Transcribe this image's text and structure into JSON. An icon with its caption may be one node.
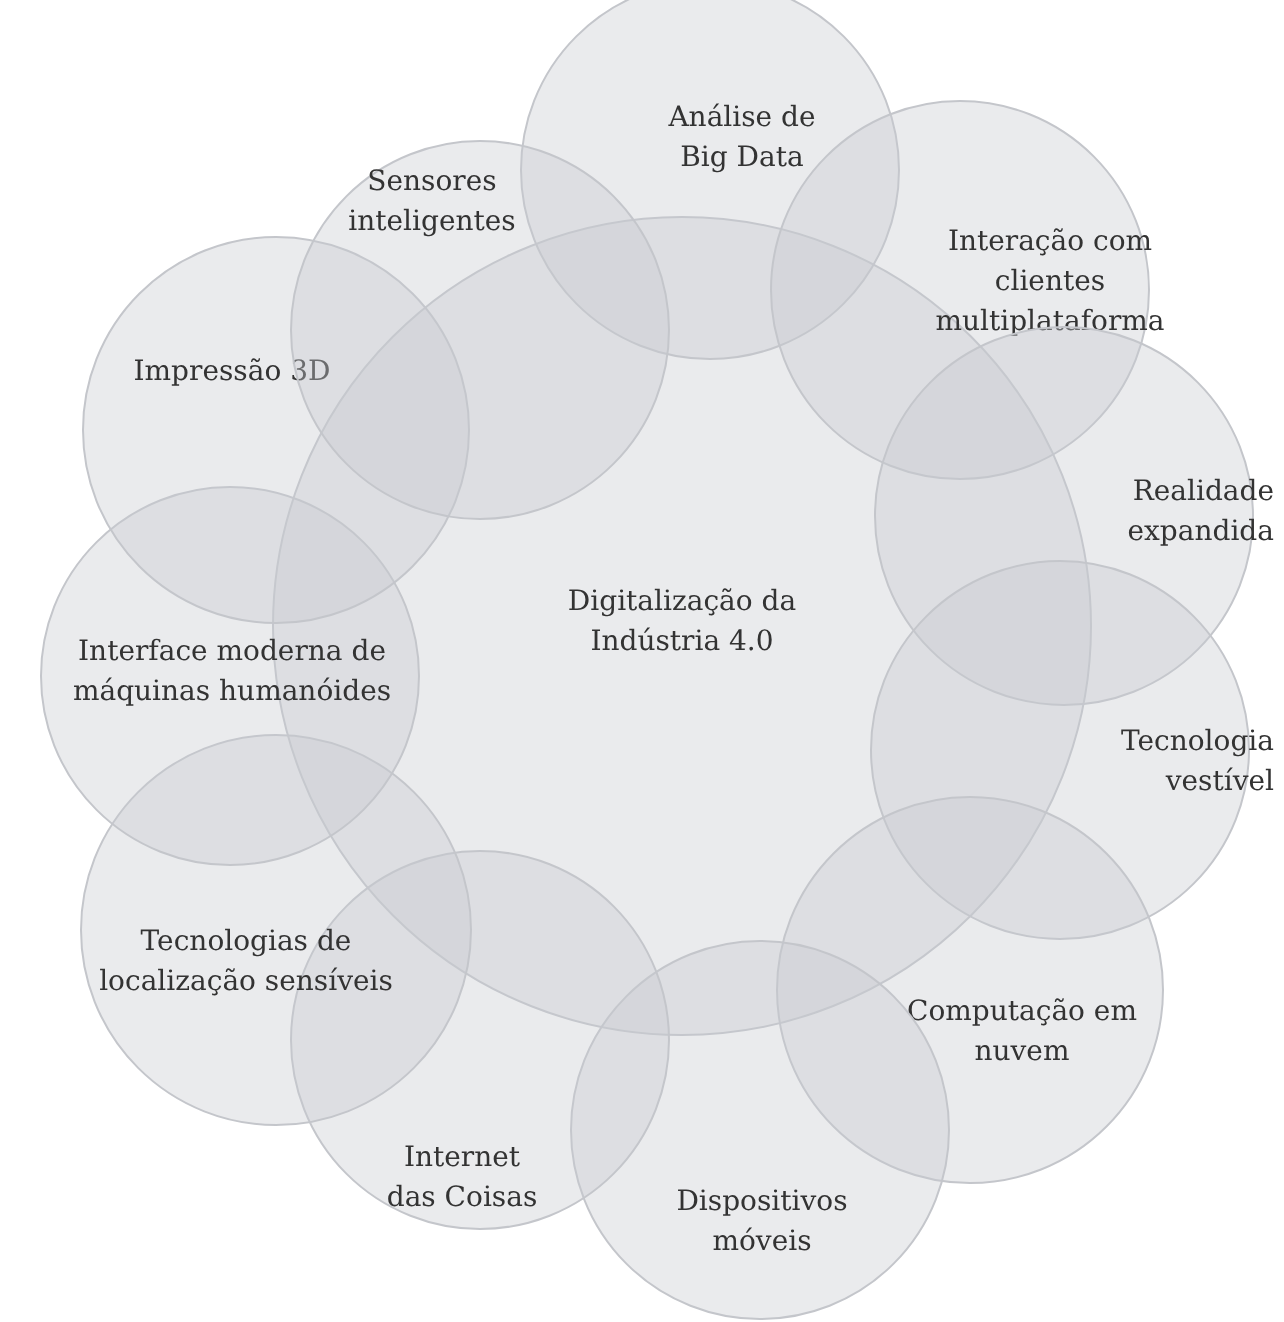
{
  "diagram": {
    "nodes": [
      {
        "text": [
          "Digitalização da Indústria 4.0"
        ]
      },
      {
        "text": [
          "Análise de Big Data"
        ]
      },
      {
        "text": [
          "Interação com clientes multiplataforma"
        ]
      },
      {
        "text": [
          "Realidade expandida"
        ]
      },
      {
        "text": [
          "Tecnologia vestível"
        ]
      },
      {
        "text": [
          "Computação em nuvem"
        ]
      },
      {
        "text": [
          "Dispositivos móveis"
        ]
      },
      {
        "text": [
          "Internet das Coisas"
        ]
      },
      {
        "text": [
          "Tecnologias de localização sensíveis"
        ]
      },
      {
        "text": [
          "Interface moderna de máquinas humanóides"
        ]
      },
      {
        "text": [
          "Impressão 3D"
        ]
      },
      {
        "text": [
          "Sensores inteligentes"
        ]
      }
    ],
    "edges": []
  }
}
